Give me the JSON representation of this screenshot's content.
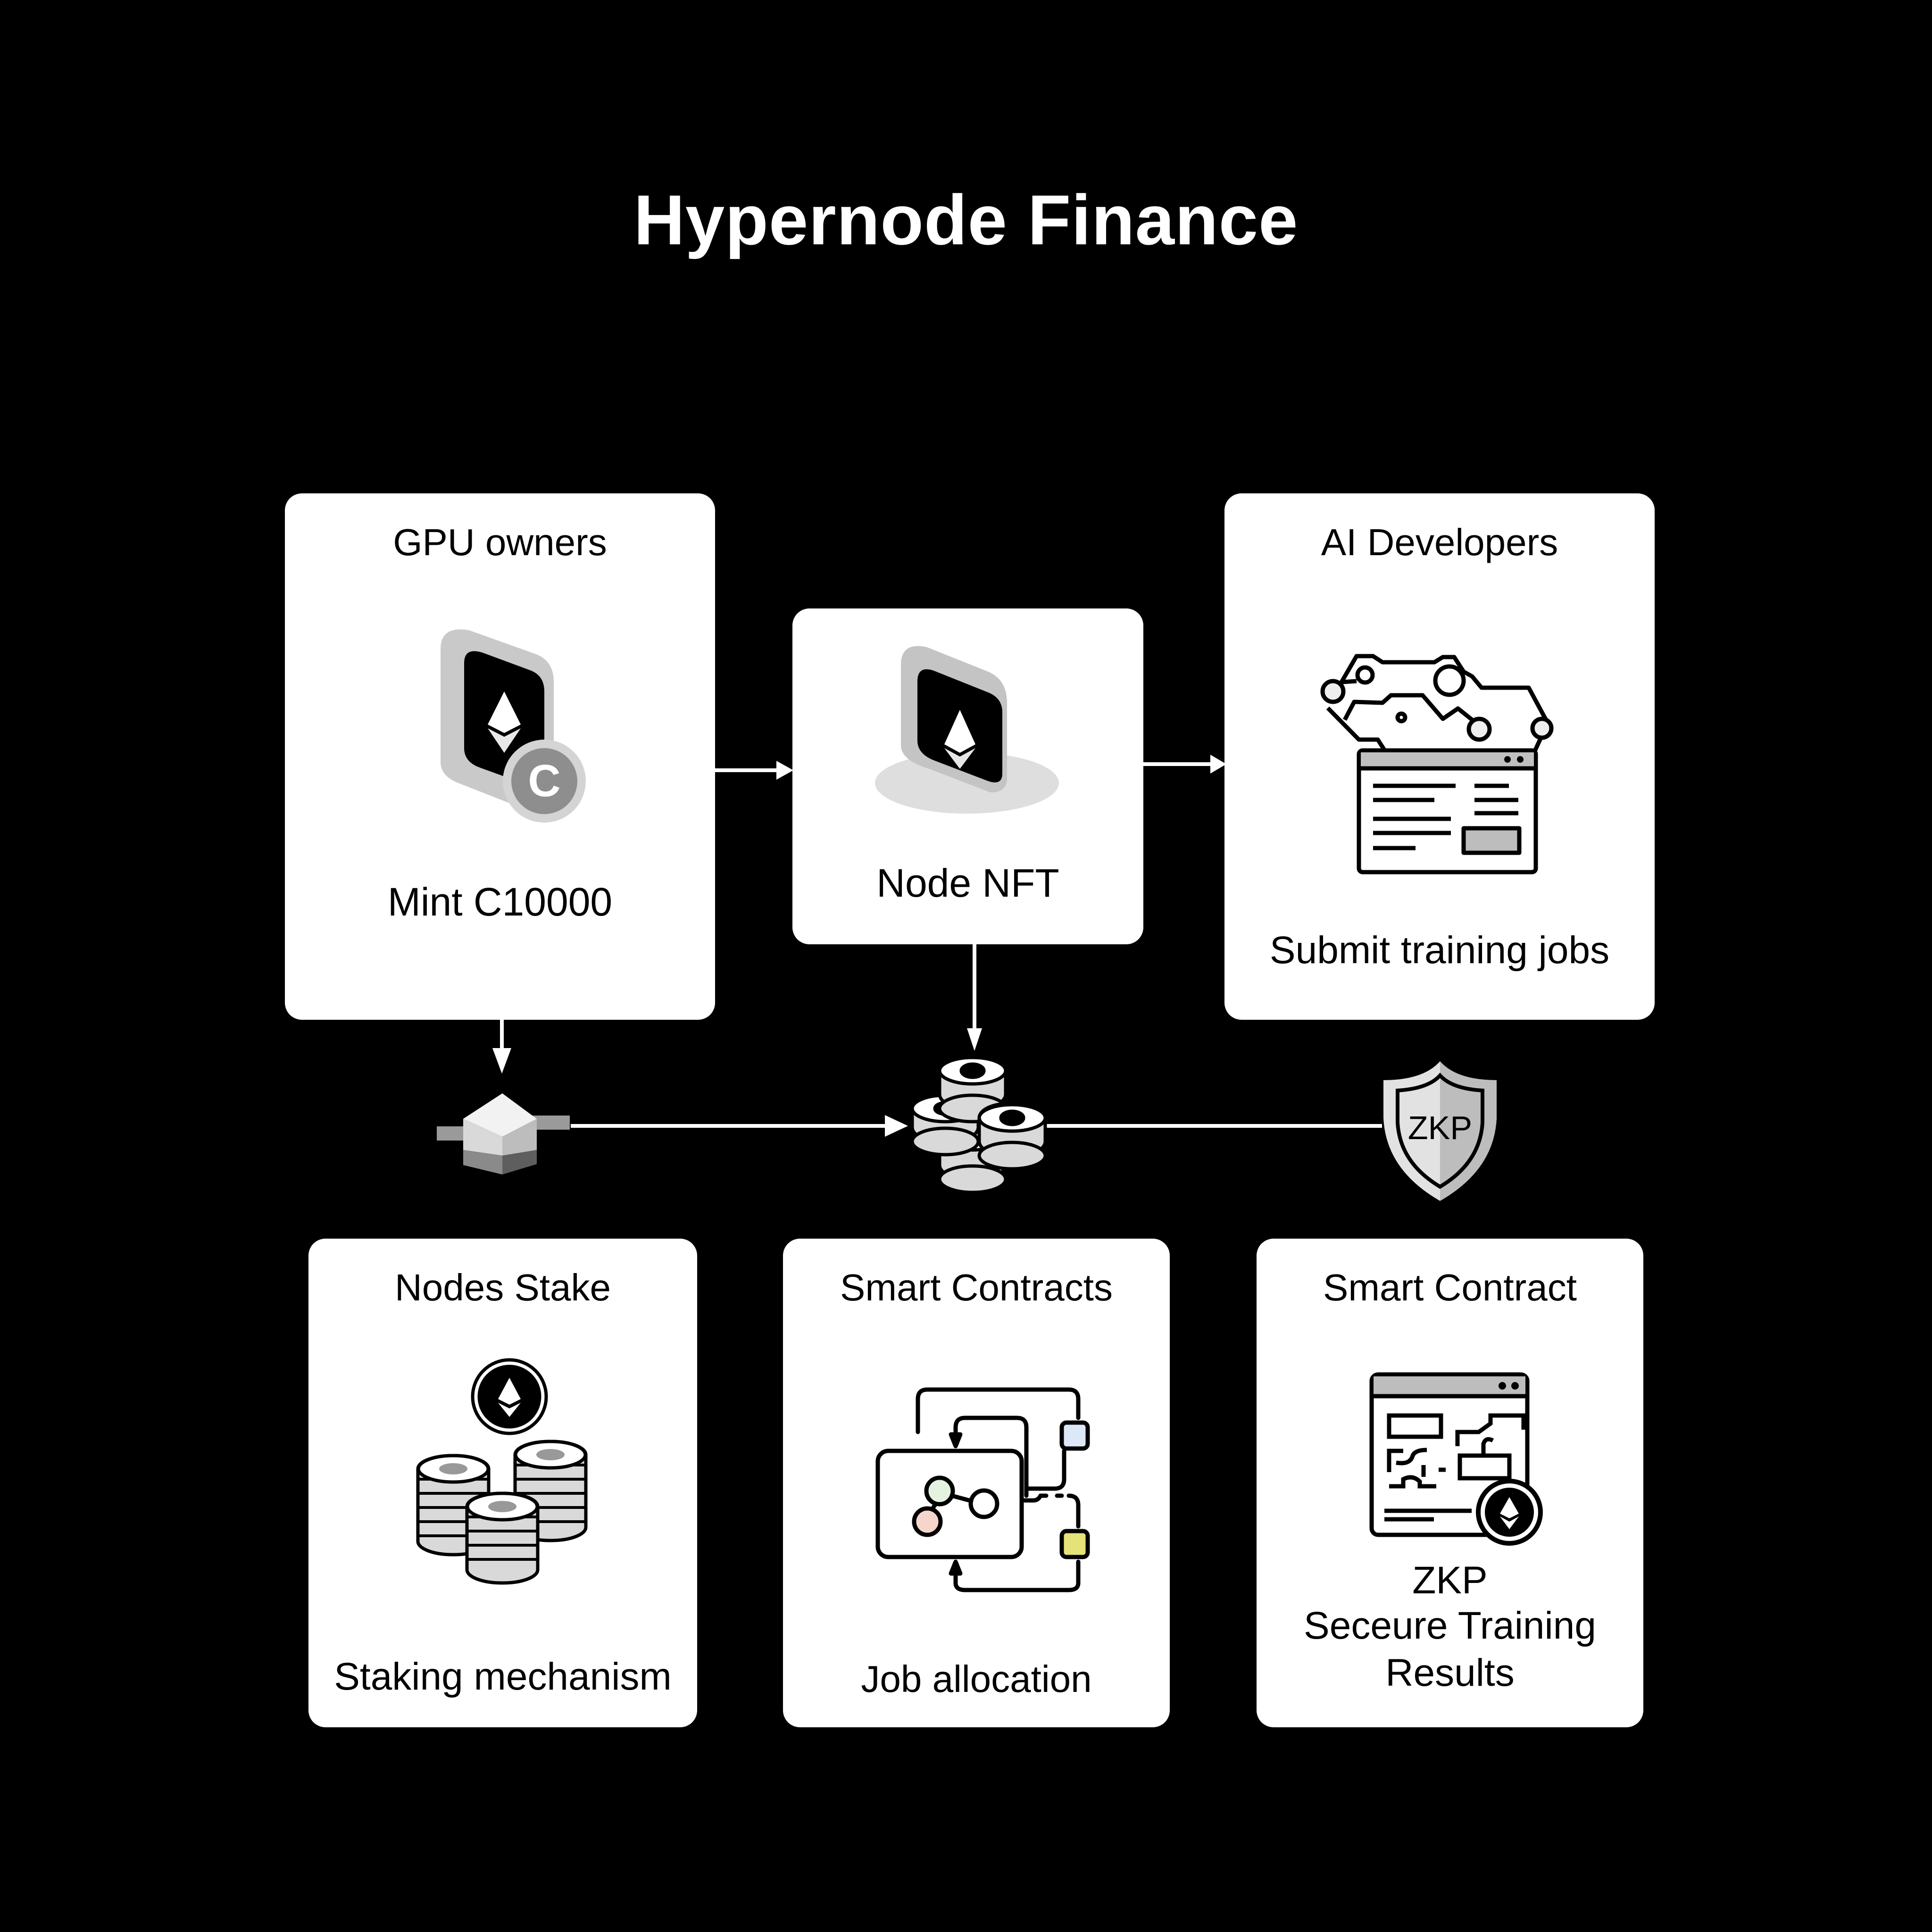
{
  "title": "Hypernode Finance",
  "cards": {
    "gpu_owners": {
      "heading": "GPU owners",
      "caption": "Mint C10000",
      "badge_letter": "C"
    },
    "node_nft": {
      "caption": "Node NFT"
    },
    "ai_developers": {
      "heading": "AI Developers",
      "caption": "Submit training jobs"
    },
    "nodes_stake": {
      "heading": "Nodes Stake",
      "caption": "Staking mechanism"
    },
    "smart_contracts": {
      "heading": "Smart Contracts",
      "caption": "Job allocation"
    },
    "smart_contract": {
      "heading": "Smart Contract",
      "caption_lines": [
        "ZKP",
        "Seceure Training",
        "Results"
      ]
    }
  },
  "connectors": {
    "shield_label": "ZKP"
  },
  "icons": {
    "gpu_owners": "ethereum-card-with-coin-icon",
    "node_nft": "ethereum-nft-card-icon",
    "ai_developers": "neural-network-window-icon",
    "nodes_stake": "ethereum-coin-stacks-icon",
    "smart_contracts": "job-allocation-flow-icon",
    "smart_contract": "contract-window-ethereum-icon",
    "stake_block": "ethereum-block-icon",
    "coin_pool": "coin-pile-icon",
    "zkp_shield": "shield-icon"
  },
  "colors": {
    "background": "#000000",
    "card": "#ffffff",
    "accent_grey": "#c8c8c8",
    "blue_tile": "#dce8f8",
    "yellow_tile": "#e6e27a",
    "green_node": "#e6f2e0",
    "pink_node": "#f6d6cc"
  }
}
